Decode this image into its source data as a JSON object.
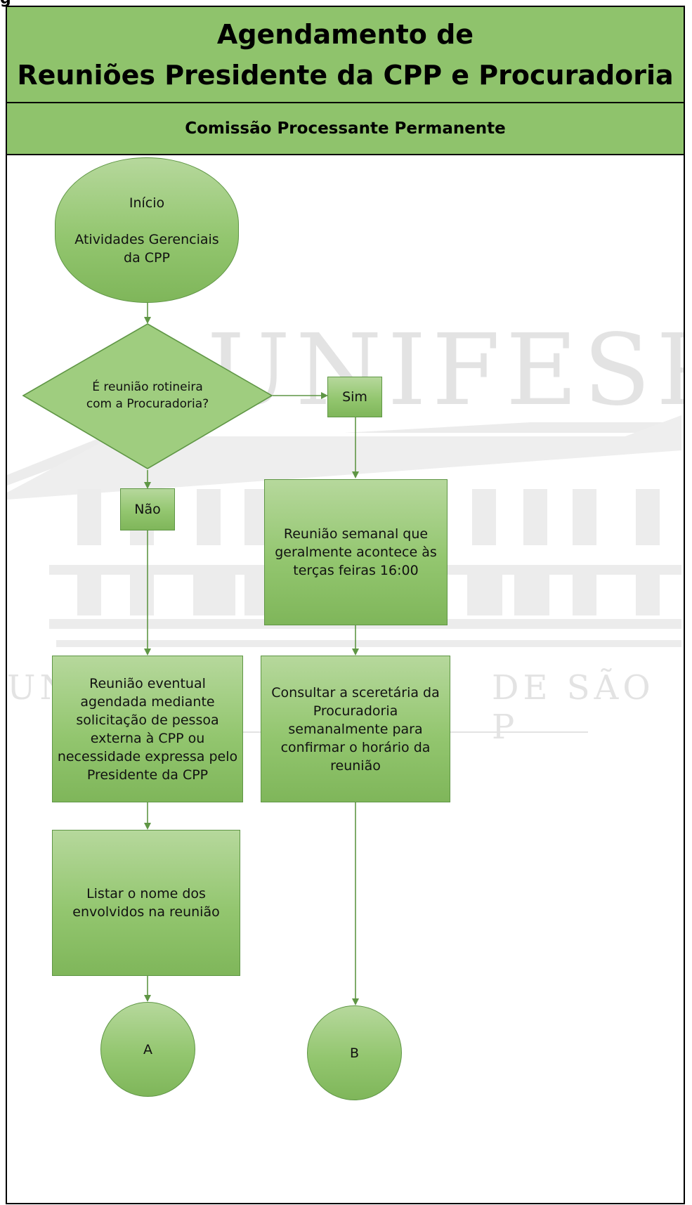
{
  "page": {
    "cropped_heading": "g",
    "title": "Procedimento 22 - Gerencial - Agendamento de\nReuniões Presidente da CPP e Procuradoria (1/2)",
    "lane": "Comissão Processante Permanente"
  },
  "watermark": {
    "logo_text": "UNIFESP",
    "tagline_left": "UN",
    "tagline_right": "DE SÃO P"
  },
  "flow": {
    "start": "Início\n\nAtividades Gerenciais\nda CPP",
    "decision": "É reunião rotineira\ncom a Procuradoria?",
    "yes_label": "Sim",
    "no_label": "Não",
    "weekly_meeting": "Reunião semanal que\ngeralmente acontece às\nterças feiras 16:00",
    "eventual_meeting": "Reunião eventual\nagendada mediante\nsolicitação de pessoa\nexterna à CPP ou\nnecessidade expressa pelo\nPresidente da CPP",
    "consult_secretary": "Consultar a sceretária da\nProcuradoria\nsemanalmente para\nconfirmar o horário da\nreunião",
    "list_names": "Listar o nome dos\nenvolvidos na reunião",
    "connector_a": "A",
    "connector_b": "B"
  },
  "colors": {
    "band": "#8fc36c",
    "node_fill": "#93c66f",
    "node_border": "#5f9645",
    "arrow": "#5f9645",
    "watermark": "#e3e3e3"
  }
}
